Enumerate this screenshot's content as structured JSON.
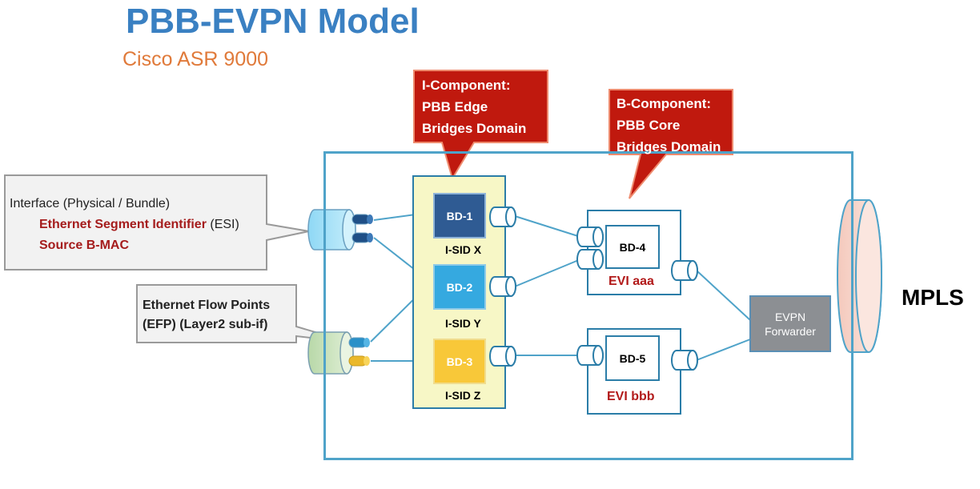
{
  "title": "PBB-EVPN Model",
  "subtitle": "Cisco ASR 9000",
  "i_component": {
    "line1": "I-Component:",
    "line2": "PBB Edge",
    "line3": "Bridges Domain"
  },
  "b_component": {
    "line1": "B-Component:",
    "line2": "PBB Core",
    "line3": "Bridges Domain"
  },
  "interface_callout": {
    "line1": "Interface (Physical / Bundle)",
    "line2_prefix": "Ethernet Segment Identifier",
    "line2_suffix": " (ESI)",
    "line3": "Source B-MAC"
  },
  "efp_callout": {
    "line1": "Ethernet Flow Points",
    "line2": "(EFP) (Layer2 sub-if)"
  },
  "bridge_domains": {
    "bd1": "BD-1",
    "bd2": "BD-2",
    "bd3": "BD-3",
    "bd4": "BD-4",
    "bd5": "BD-5"
  },
  "isid": {
    "x": "I-SID X",
    "y": "I-SID Y",
    "z": "I-SID Z"
  },
  "evi": {
    "aaa": "EVI aaa",
    "bbb": "EVI bbb"
  },
  "evpn_forwarder": {
    "line1": "EVPN",
    "line2": "Forwarder"
  },
  "mpls": "MPLS",
  "colors": {
    "title": "#3a80c2",
    "subtitle": "#e07a3a",
    "callout_red": "#c0190e",
    "frame_blue": "#4fa3c9",
    "bd1": "#2f5b93",
    "bd2": "#35a9e0",
    "bd3": "#f8c839",
    "evpn_gray": "#8c8f93",
    "mpls_cylinder": "#f9dcd4"
  }
}
